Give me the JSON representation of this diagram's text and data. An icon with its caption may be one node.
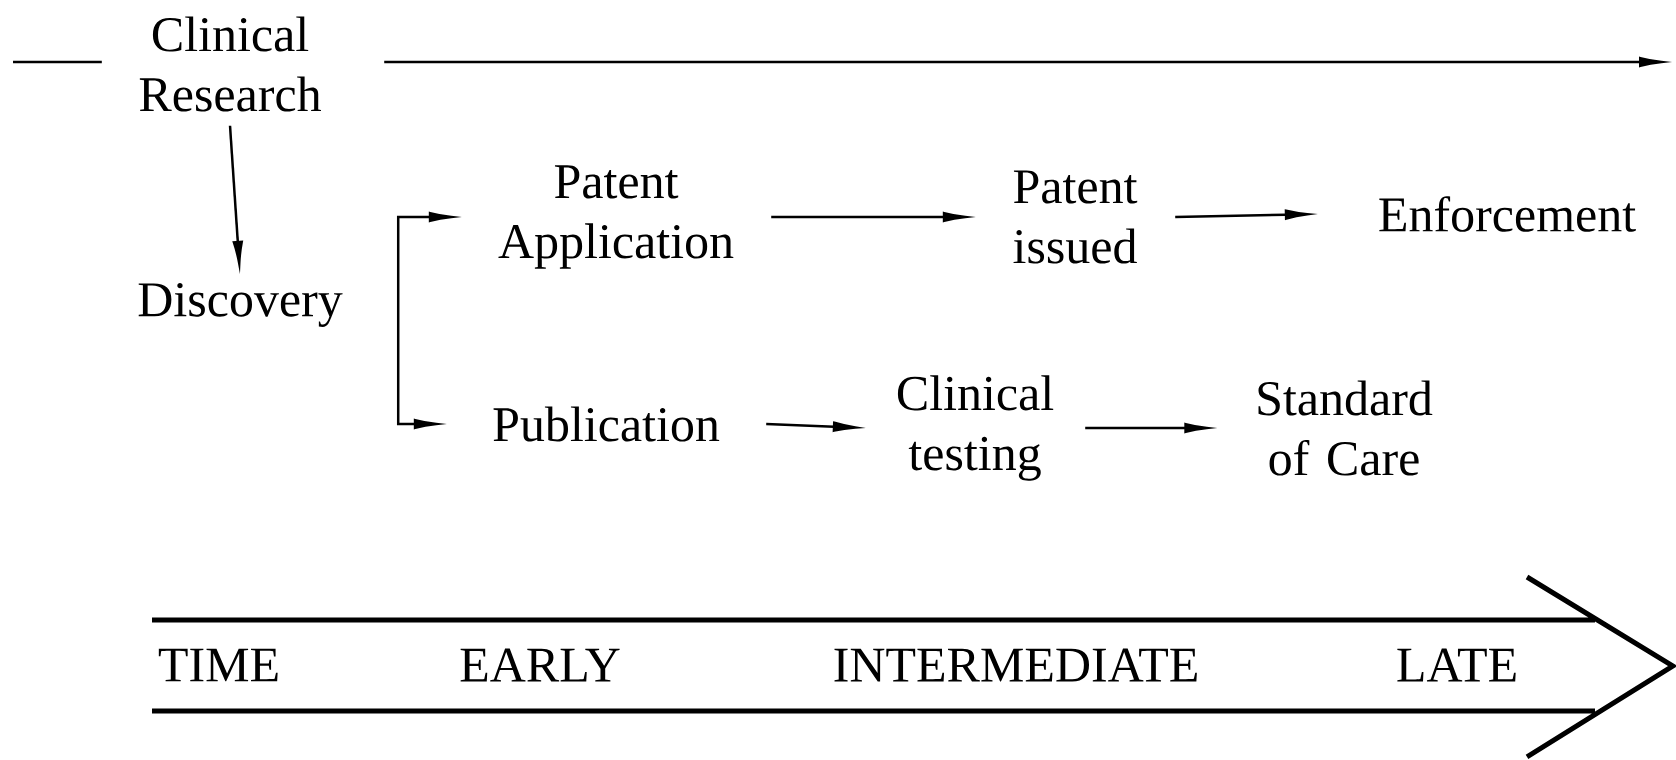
{
  "diagram": {
    "nodes": [
      {
        "text": [
          "Clinical Research"
        ]
      },
      {
        "text": [
          "Discovery"
        ]
      },
      {
        "text": [
          "Patent Application"
        ]
      },
      {
        "text": [
          "Patent issued"
        ]
      },
      {
        "text": [
          "Enforcement"
        ]
      },
      {
        "text": [
          "Publication"
        ]
      },
      {
        "text": [
          "Clinical testing"
        ]
      },
      {
        "text": [
          "Standard of Care"
        ]
      }
    ],
    "edges": [
      {
        "from": null,
        "to": 0,
        "arrow": "none"
      },
      {
        "from": 0,
        "to": null,
        "arrow": "to"
      },
      {
        "from": 0,
        "to": 1,
        "arrow": "to"
      },
      {
        "from": 1,
        "to": 2,
        "arrow": "to"
      },
      {
        "from": 1,
        "to": 5,
        "arrow": "to"
      },
      {
        "from": 2,
        "to": 3,
        "arrow": "to"
      },
      {
        "from": 3,
        "to": 4,
        "arrow": "to"
      },
      {
        "from": 5,
        "to": 6,
        "arrow": "to"
      },
      {
        "from": 6,
        "to": 7,
        "arrow": "to"
      }
    ],
    "labels": [
      "TIME",
      "EARLY",
      "INTERMEDIATE",
      "LATE"
    ]
  }
}
